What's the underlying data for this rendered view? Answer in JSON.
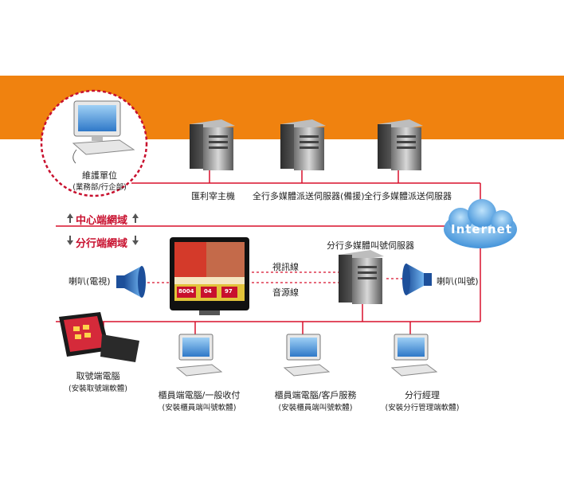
{
  "labels": {
    "maintenance_unit": "維護單位",
    "maintenance_unit_sub": "(業務部/行企部)",
    "host_server": "匯利宰主機",
    "backup_server": "全行多媒體派送伺服器(備援)",
    "media_server": "全行多媒體派送伺服器",
    "internet": "Internet",
    "central_network": "中心端網域",
    "branch_network": "分行端網域",
    "branch_call_server": "分行多媒體叫號伺服器",
    "video_line": "視訊線",
    "audio_line": "音源線",
    "speaker_tv": "喇叭(電視)",
    "speaker_call": "喇叭(叫號)",
    "kiosk": "取號端電腦",
    "kiosk_sub": "(安裝取號端軟體)",
    "teller_general": "櫃員端電腦/一般收付",
    "teller_general_sub": "(安裝櫃員端叫號軟體)",
    "teller_service": "櫃員端電腦/客戶服務",
    "teller_service_sub": "(安裝櫃員端叫號軟體)",
    "branch_manager": "分行經理",
    "branch_manager_sub": "(安裝分行管理端軟體)"
  },
  "tv_screen": {
    "number_1": "8004",
    "number_2": "04",
    "number_3": "97"
  },
  "colors": {
    "band": "#f0820f",
    "line": "#d8102c",
    "zone_text": "#c8102e",
    "cloud": "#3a8fd8"
  }
}
